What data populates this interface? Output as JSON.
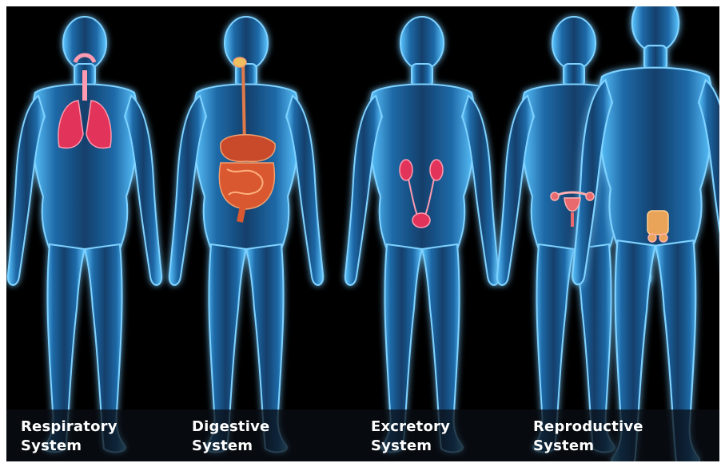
{
  "figure": {
    "panels": [
      {
        "name": "respiratory",
        "line1": "Respiratory",
        "line2": "System",
        "organ_color": "#e2345a"
      },
      {
        "name": "digestive",
        "line1": "Digestive",
        "line2": "System",
        "organ_color": "#d9582f"
      },
      {
        "name": "excretory",
        "line1": "Excretory",
        "line2": "System",
        "organ_color": "#e2345a"
      },
      {
        "name": "reproductive",
        "line1": "Reproductive",
        "line2": "System",
        "organ_color": "#e86a6f"
      }
    ],
    "colors": {
      "background": "#000000",
      "body_glow": "#4fb3ff",
      "body_fill": "#1b4f82"
    }
  }
}
